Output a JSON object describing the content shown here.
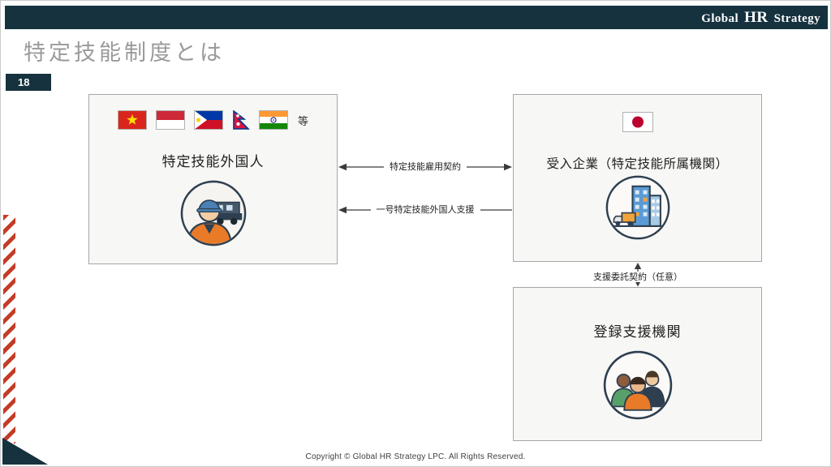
{
  "header": {
    "logo_global": "Global",
    "logo_hr": "HR",
    "logo_strategy": "Strategy"
  },
  "slide": {
    "title": "特定技能制度とは",
    "page_number": "18",
    "copyright": "Copyright © Global HR Strategy LPC. All Rights Reserved."
  },
  "diagram": {
    "worker_box": {
      "label": "特定技能外国人",
      "flags": [
        "vietnam",
        "indonesia",
        "philippines",
        "nepal",
        "india"
      ],
      "flags_etc": "等"
    },
    "company_box": {
      "label": "受入企業（特定技能所属機関）",
      "flag": "japan"
    },
    "support_box": {
      "label": "登録支援機関"
    },
    "arrows": {
      "employment_contract": "特定技能雇用契約",
      "support": "一号特定技能外国人支援",
      "entrustment": "支援委託契約（任意）"
    }
  },
  "colors": {
    "navy": "#16323f",
    "accent_red": "#c43b26",
    "box_border": "#a6a6a6"
  }
}
